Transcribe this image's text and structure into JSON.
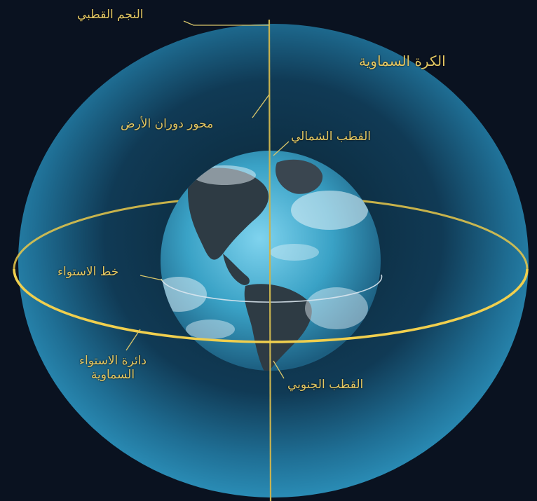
{
  "labels": {
    "polaris": "النجم القطبي",
    "celestial_sphere": "الكرة السماوية",
    "earth_axis": "محور دوران الأرض",
    "north_pole": "القطب الشمالي",
    "equator": "خط الاستواء",
    "celestial_equator_line1": "دائرة الاستواء",
    "celestial_equator_line2": "السماوية",
    "south_pole": "القطب الجنوبي"
  },
  "colors": {
    "label": "#e3c763",
    "axis": "#c9b34f",
    "celestial_equator": "#e8c84a",
    "earth_equator": "#d9e6ee",
    "space": "#0a1220",
    "sphere_edge": "#5fa6c8",
    "earth_ocean": "#3fa9cc",
    "earth_land": "#2e3b44"
  }
}
